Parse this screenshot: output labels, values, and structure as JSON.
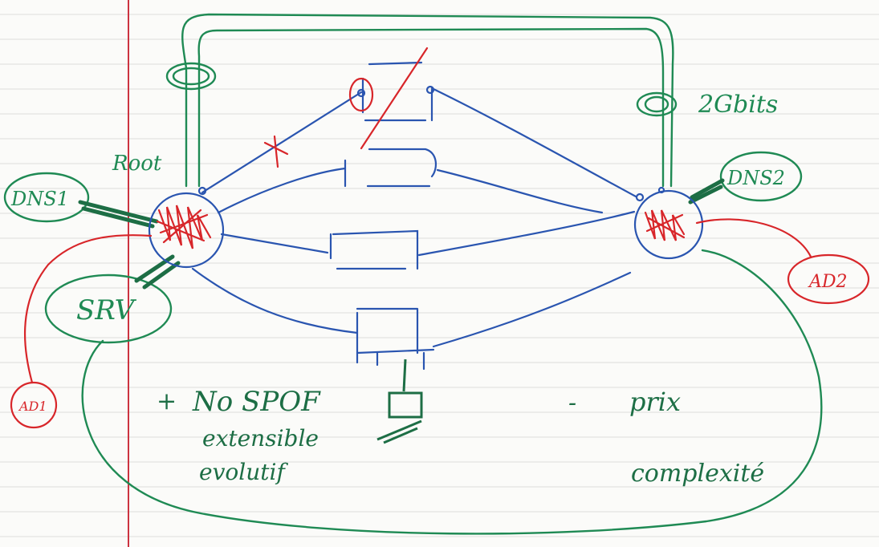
{
  "colors": {
    "paper": "#fbfbf9",
    "rule_line": "#dcdcdc",
    "margin_line": "#cc3340",
    "blue": "#2a55b0",
    "green": "#1f8a54",
    "red": "#d8262a",
    "dark_green": "#1d6e45"
  },
  "labels": {
    "root": "Root",
    "dns1": "DNS1",
    "dns2": "DNS2",
    "srv": "SRV",
    "ad1": "AD1",
    "ad2": "AD2",
    "link_speed": "2Gbits"
  },
  "notes": {
    "pros": {
      "sign": "+",
      "items": [
        "No SPOF",
        "extensible",
        "evolutif"
      ]
    },
    "cons": {
      "sign": "-",
      "items": [
        "prix",
        "complexité"
      ]
    }
  },
  "icons": [
    "ruled-paper",
    "pc-icon",
    "crossed-link-icon"
  ]
}
